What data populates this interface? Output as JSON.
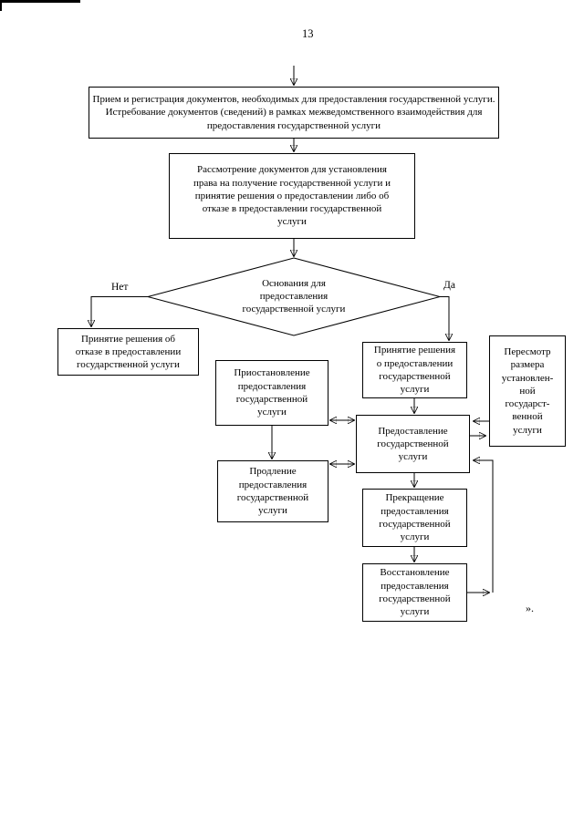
{
  "page": {
    "number": "13",
    "closing_mark": "»."
  },
  "branch_labels": {
    "no": "Нет",
    "yes": "Да"
  },
  "nodes": {
    "reception": "Прием и регистрация документов, необходимых для предоставления государственной услуги.\nИстребование документов (сведений) в рамках межведомственного взаимодействия для\nпредоставления государственной услуги",
    "review": "Рассмотрение документов для установления\nправа на получение государственной услуги и\nпринятие решения о предоставлении либо об\nотказе в предоставлении государственной\nуслуги",
    "decision": "Основания для\nпредоставления\nгосударственной услуги",
    "refusal": "Принятие решения об\nотказе в предоставлении\nгосударственной услуги",
    "grant": "Принятие решения\nо предоставлении\nгосударственной\nуслуги",
    "revision": "Пересмотр\nразмера\nустановлен-\nной\nгосударст-\nвенной\nуслуги",
    "suspension": "Приостановление\nпредоставления\nгосударственной\nуслуги",
    "provision": "Предоставление\nгосударственной\nуслуги",
    "extension": "Продление\nпредоставления\nгосударственной\nуслуги",
    "termination": "Прекращение\nпредоставления\nгосударственной\nуслуги",
    "restoration": "Восстановление\nпредоставления\nгосударственной\nуслуги"
  },
  "colors": {
    "line": "#000000",
    "background": "#ffffff"
  }
}
